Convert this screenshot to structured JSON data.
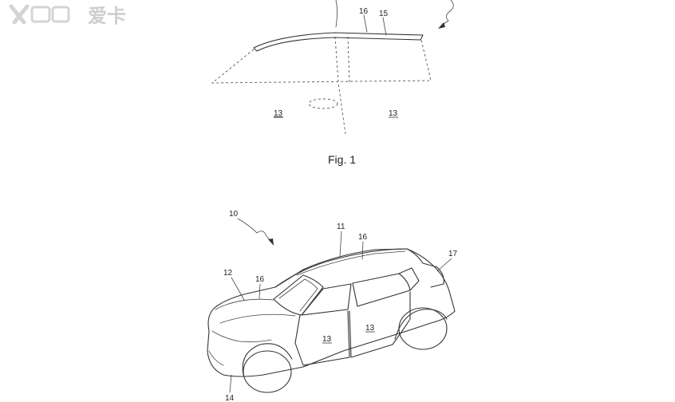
{
  "watermark": {
    "brand_text": "X ",
    "cn_text": "爱卡"
  },
  "figure1": {
    "caption": "Fig. 1",
    "labels": {
      "roof_strip": "16",
      "trim": "15",
      "door_left": "13",
      "door_right": "13"
    }
  },
  "figure2": {
    "labels": {
      "vehicle": "10",
      "roof": "11",
      "hood": "12",
      "roof_strip": "16",
      "hood_strip": "16",
      "spoiler": "17",
      "door_front": "13",
      "door_rear": "13",
      "bumper": "14"
    }
  }
}
